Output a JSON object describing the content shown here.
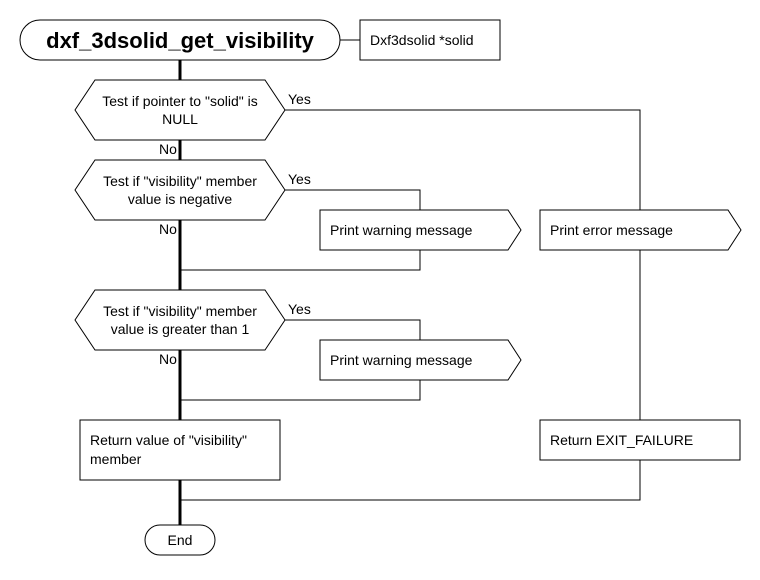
{
  "diagram": {
    "title": "dxf_3dsolid_get_visibility",
    "parameter": "Dxf3dsolid *solid",
    "decision_null": [
      "Test if pointer to \"solid\" is",
      "NULL"
    ],
    "decision_negative": [
      "Test if \"visibility\" member",
      "value is negative"
    ],
    "decision_greater": [
      "Test if \"visibility\" member",
      "value is greater than 1"
    ],
    "yes_label": "Yes",
    "no_label": "No",
    "print_warning": "Print warning message",
    "print_error": "Print error message",
    "return_value": [
      "Return value of \"visibility\"",
      "member"
    ],
    "return_failure": "Return EXIT_FAILURE",
    "end": "End"
  }
}
